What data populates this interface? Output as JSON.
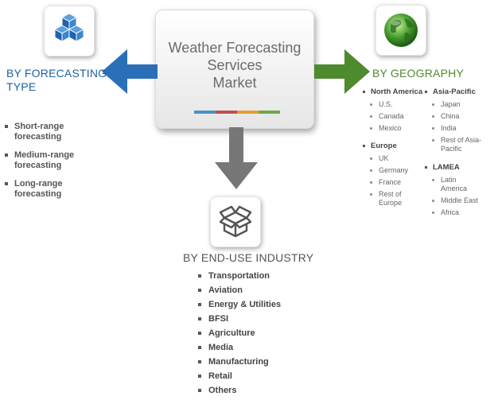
{
  "center": {
    "line1": "Weather Forecasting",
    "line2": "Services",
    "line3": "Market",
    "bar_colors": [
      "#4a90c8",
      "#c0504d",
      "#e0a030",
      "#6aa84f"
    ]
  },
  "forecasting_type": {
    "heading_line1": "BY FORECASTING",
    "heading_line2": "TYPE",
    "items": [
      {
        "line1": "Short-range",
        "line2": "forecasting"
      },
      {
        "line1": "Medium-range",
        "line2": "forecasting"
      },
      {
        "line1": "Long-range",
        "line2": "forecasting"
      }
    ]
  },
  "geography": {
    "heading": "BY GEOGRAPHY",
    "north_america": {
      "label": "North America",
      "items": [
        "U.S.",
        "Canada",
        "Mexico"
      ]
    },
    "europe": {
      "label": "Europe",
      "items": [
        "UK",
        "Germany",
        "France",
        "Rest of Europe"
      ]
    },
    "asia_pacific": {
      "label": "Asia-Pacific",
      "items": [
        "Japan",
        "China",
        "India",
        "Rest of Asia-Pacific"
      ]
    },
    "lamea": {
      "label": "LAMEA",
      "items": [
        "Latin America",
        "Middle East",
        "Africa"
      ]
    }
  },
  "industry": {
    "heading": "BY END-USE INDUSTRY",
    "items": [
      "Transportation",
      "Aviation",
      "Energy & Utilities",
      "BFSI",
      "Agriculture",
      "Media",
      "Manufacturing",
      "Retail",
      "Others"
    ]
  },
  "colors": {
    "left_arrow": "#2a6fb8",
    "right_arrow": "#4e8a2e",
    "down_arrow": "#777777",
    "heading_blue": "#1d5fa5"
  },
  "icons": {
    "forecasting_type": "cubes-icon",
    "geography": "globe-icon",
    "industry": "box-icon"
  }
}
